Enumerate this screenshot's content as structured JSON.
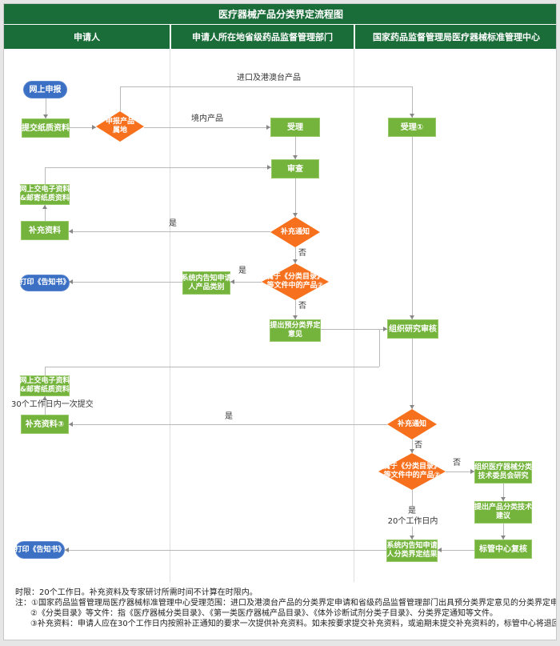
{
  "colors": {
    "header_green": "#1a6c38",
    "node_green": "#74b43c",
    "node_orange": "#f7701d",
    "node_blue": "#3b70c4"
  },
  "header": {
    "title": "医疗器械产品分类界定流程图",
    "lanes": [
      "申请人",
      "申请人所在地省级药品监督管理部门",
      "国家药品监督管理局医疗器械标准管理中心"
    ]
  },
  "nodes": {
    "online_declare": "网上申报",
    "submit_paper": "提交纸质资料",
    "product_locale": "申报产品\n属地",
    "accept_domestic": "受理",
    "accept_import": "受理①",
    "review": "审查",
    "esubmit1": "网上交电子资料\n&邮寄纸质资料",
    "supplement1": "补充资料",
    "notice1": "补充通知",
    "print1": "打印《告知书》",
    "notify_category": "系统内告知申请\n人产品类别",
    "catalog1": "属于《分类目录》\n等文件中的产品②",
    "pre_classify": "提出预分类界定\n意见",
    "org_review": "组织研究审核",
    "esubmit2": "网上交电子资料\n&邮寄纸质资料",
    "supplement2": "补充资料③",
    "notice2": "补充通知",
    "catalog2": "属于《分类目录》\n等文件中的产品②",
    "committee": "组织医疗器械分类\n技术委员会研究",
    "tech_suggest": "提出产品分类技术\n建议",
    "center_recheck": "标管中心复核",
    "notify_result": "系统内告知申请\n人分类界定结果",
    "print2": "打印《告知书》"
  },
  "labels": {
    "import_products": "进口及港澳台产品",
    "domestic_products": "境内产品",
    "yes": "是",
    "no": "否",
    "days20": "20个工作日内",
    "days30": "30个工作日内一次提交"
  },
  "notes": {
    "line1": "时限：20个工作日。补充资料及专家研讨所需时间不计算在时限内。",
    "line2": "注：①国家药品监督管理局医疗器械标准管理中心受理范围：进口及港澳台产品的分类界定申请和省级药品监督管理部门出具预分类界定意见的分类界定申请。",
    "line3": "②《分类目录》等文件：指《医疗器械分类目录》、《第一类医疗器械产品目录》、《体外诊断试剂分类子目录》、分类界定通知等文件。",
    "line4": "③补充资料：申请人应在30个工作日内按照补正通知的要求一次提供补充资料。如未按要求提交补充资料，或逾期未提交补充资料的，标管中心将退回申请。"
  }
}
